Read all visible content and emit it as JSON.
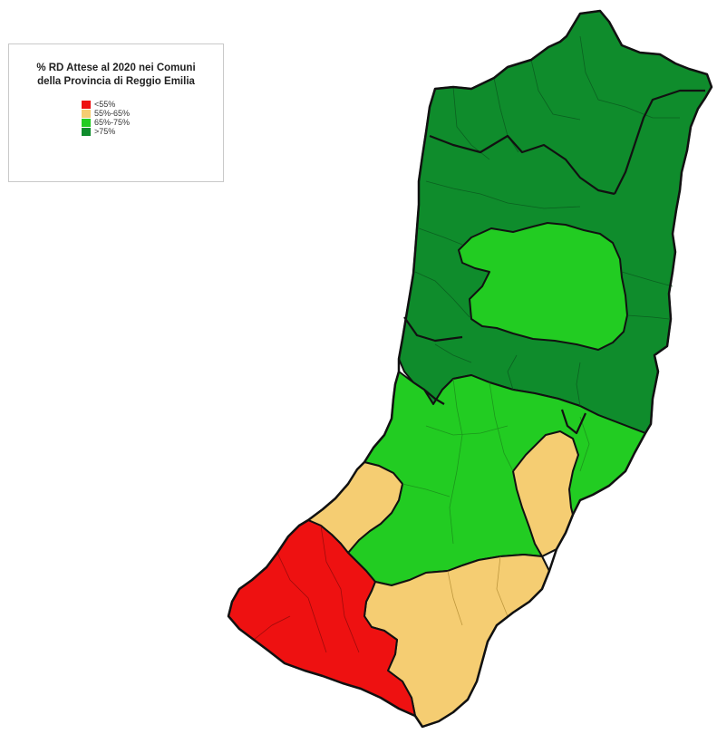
{
  "legend": {
    "title_line1": "% RD Attese al 2020 nei Comuni",
    "title_line2": "della Provincia di Reggio Emilia",
    "items": [
      {
        "label": "<55%",
        "color": "#ee1111"
      },
      {
        "label": "55%-65%",
        "color": "#f5cd72"
      },
      {
        "label": "65%-75%",
        "color": "#22cc22"
      },
      {
        "label": ">75%",
        "color": "#0f8c2c"
      }
    ]
  },
  "colors": {
    "lt55": "#ee1111",
    "r55_65": "#f5cd72",
    "r65_75": "#22cc22",
    "gt75": "#0f8c2c",
    "border": "#111111"
  }
}
